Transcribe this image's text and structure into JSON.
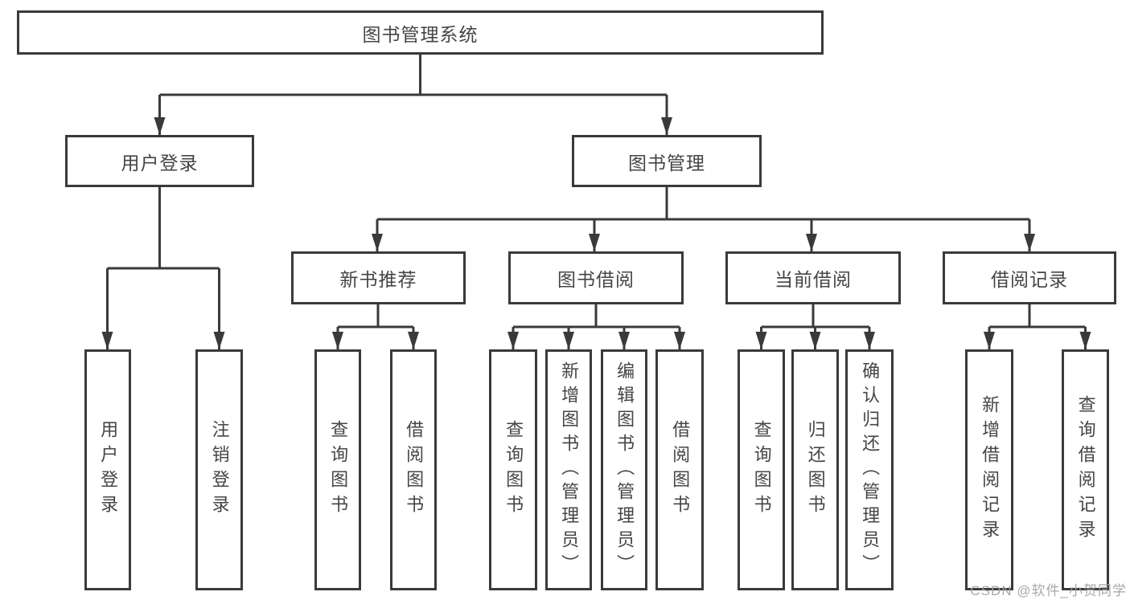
{
  "page": {
    "watermark": "CSDN @软件_小贺同学",
    "colors": {
      "line": "#3a3a3a",
      "box_border": "#3a3a3a",
      "box_background": "#ffffff",
      "text": "#454545",
      "watermark": "#a3a3a3"
    }
  },
  "tree": {
    "root": "图书管理系统",
    "user_login": {
      "label": "用户登录",
      "children": [
        "用户登录",
        "注销登录"
      ]
    },
    "book_management": {
      "label": "图书管理",
      "sections": [
        {
          "label": "新书推荐",
          "children": [
            "查询图书",
            "借阅图书"
          ]
        },
        {
          "label": "图书借阅",
          "children": [
            "查询图书",
            "新增图书（管理员）",
            "编辑图书（管理员）",
            "借阅图书"
          ]
        },
        {
          "label": "当前借阅",
          "children": [
            "查询图书",
            "归还图书",
            "确认归还（管理员）"
          ]
        },
        {
          "label": "借阅记录",
          "children": [
            "新增借阅记录",
            "查询借阅记录"
          ]
        }
      ]
    }
  }
}
